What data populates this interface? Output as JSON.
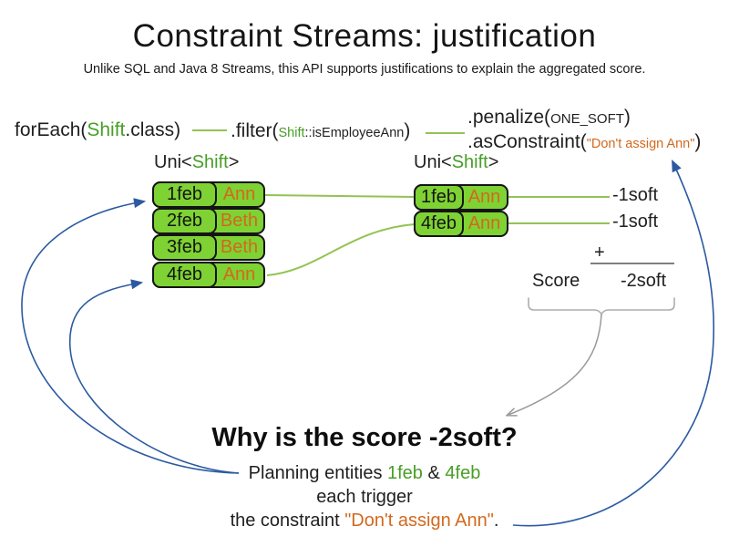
{
  "header": {
    "title": "Constraint Streams: justification",
    "subtitle": "Unlike SQL and Java 8 Streams, this API supports justifications to explain the aggregated score."
  },
  "code": {
    "foreach_pre": "forEach(",
    "foreach_class": "Shift",
    "foreach_post": ".class)",
    "filter_pre": ".filter(",
    "filter_arg_class": "Shift",
    "filter_arg_rest": "::isEmployeeAnn",
    "filter_post": ")",
    "penalize_pre": ".penalize(",
    "penalize_arg": "ONE_SOFT",
    "penalize_post": ")",
    "asconstraint_pre": ".asConstraint(",
    "asconstraint_arg": "\"Don't assign Ann\"",
    "asconstraint_post": ")"
  },
  "stream_types": {
    "left": {
      "pre": "Uni<",
      "token": "Shift",
      "post": ">"
    },
    "right": {
      "pre": "Uni<",
      "token": "Shift",
      "post": ">"
    }
  },
  "left_table": {
    "rows": [
      {
        "date": "1feb",
        "name": "Ann"
      },
      {
        "date": "2feb",
        "name": "Beth"
      },
      {
        "date": "3feb",
        "name": "Beth"
      },
      {
        "date": "4feb",
        "name": "Ann"
      }
    ]
  },
  "right_table": {
    "rows": [
      {
        "date": "1feb",
        "name": "Ann"
      },
      {
        "date": "4feb",
        "name": "Ann"
      }
    ]
  },
  "penalties": {
    "first": "-1soft",
    "second": "-1soft"
  },
  "score_sum": {
    "plus": "+",
    "label": "Score",
    "value": "-2soft"
  },
  "explanation": {
    "heading": "Why is the score -2soft?",
    "line1_pre": "Planning entities ",
    "line1_entity1": "1feb",
    "line1_amp": " & ",
    "line1_entity2": "4feb",
    "line2": "each trigger",
    "line3_pre": "the constraint ",
    "line3_constraint": "\"Don't assign Ann\"",
    "line3_post": "."
  },
  "colors": {
    "entity_fill_green": "#7ED233",
    "connector_green": "#93C353",
    "code_green": "#489E27",
    "constraint_orange": "#D2691E",
    "arrow_blue": "#2C5AA0",
    "arrow_gray": "#999999",
    "score_line_gray": "#7F7F7F"
  }
}
